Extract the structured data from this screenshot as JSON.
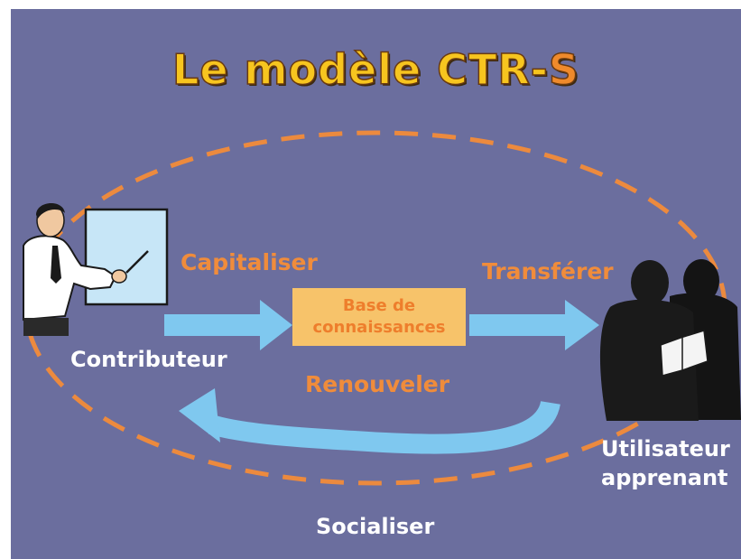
{
  "diagram": {
    "title_main": "Le modèle CTR-",
    "title_accent": "S",
    "labels": {
      "capitaliser": "Capitaliser",
      "transferer": "Transférer",
      "renouveler": "Renouveler",
      "contributeur": "Contributeur",
      "utilisateur_line1": "Utilisateur",
      "utilisateur_line2": "apprenant",
      "socialiser": "Socialiser"
    },
    "knowledge_base": {
      "line1": "Base de",
      "line2": "connaissances"
    },
    "colors": {
      "background": "#6b6e9e",
      "dashed_ellipse": "#ec8a3e",
      "arrows": "#7fc8ef",
      "box_fill": "#f7c36a",
      "title_yellow": "#f7c51f",
      "orange_text": "#f08c3b"
    },
    "icons": [
      "presenter-figure-icon",
      "user-silhouettes-icon"
    ]
  }
}
